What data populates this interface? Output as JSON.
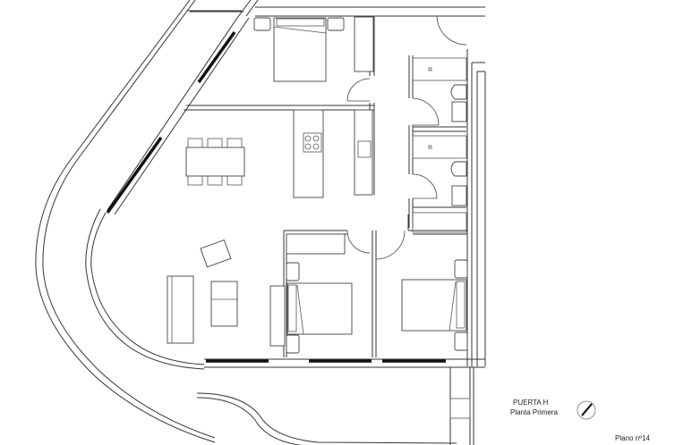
{
  "plan": {
    "unit": "PUERTA H",
    "floor": "Planta Primera",
    "sheet": "Plano nº14",
    "north_arrow": "north-arrow-compass"
  },
  "rooms": [
    {
      "id": "bedroom-top",
      "furniture": [
        "double-bed",
        "nightstand-left",
        "nightstand-right",
        "wardrobe"
      ]
    },
    {
      "id": "living-dining-kitchen",
      "furniture": [
        "dining-table",
        "chairs-6",
        "kitchen-island-cooktop",
        "kitchen-counter-sink"
      ]
    },
    {
      "id": "living-area",
      "furniture": [
        "sofa",
        "armchair",
        "armchair-2"
      ]
    },
    {
      "id": "bedroom-middle",
      "furniture": [
        "double-bed",
        "nightstand-top",
        "nightstand-bottom",
        "wardrobe",
        "desk"
      ]
    },
    {
      "id": "bedroom-right",
      "furniture": [
        "double-bed",
        "nightstand-top",
        "nightstand-bottom"
      ]
    },
    {
      "id": "bathroom-1",
      "furniture": [
        "shower",
        "toilet",
        "sink"
      ]
    },
    {
      "id": "bathroom-2",
      "furniture": [
        "shower",
        "toilet",
        "sink"
      ]
    },
    {
      "id": "terrace",
      "furniture": []
    }
  ],
  "colors": {
    "line": "#333333",
    "window": "#111111",
    "background": "#ffffff"
  }
}
